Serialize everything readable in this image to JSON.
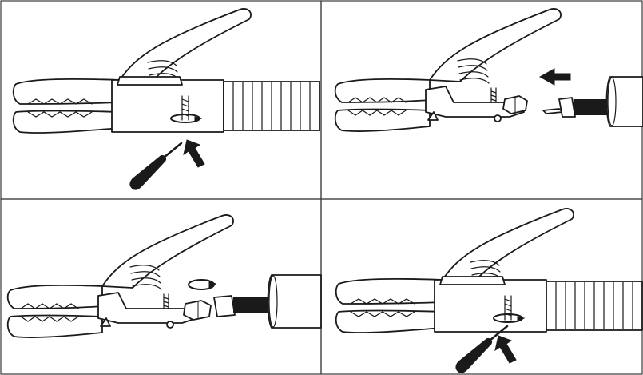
{
  "figure": {
    "panels": [
      {
        "id": "step-1",
        "depicts": "screwdriver-loosening-clamp-screw"
      },
      {
        "id": "step-2",
        "depicts": "cable-lug-inserted-into-holder"
      },
      {
        "id": "step-3",
        "depicts": "nut-tightened-on-cable-lug"
      },
      {
        "id": "step-4",
        "depicts": "screwdriver-tightening-clamp-screw"
      }
    ],
    "colors": {
      "line": "#1a1a1a",
      "background": "#ffffff",
      "border": "#3a3a3a"
    },
    "icons": [
      "electrode-holder-icon",
      "screwdriver-icon",
      "arrow-icon",
      "rotation-arrow-icon",
      "cable-icon",
      "nut-icon"
    ]
  }
}
